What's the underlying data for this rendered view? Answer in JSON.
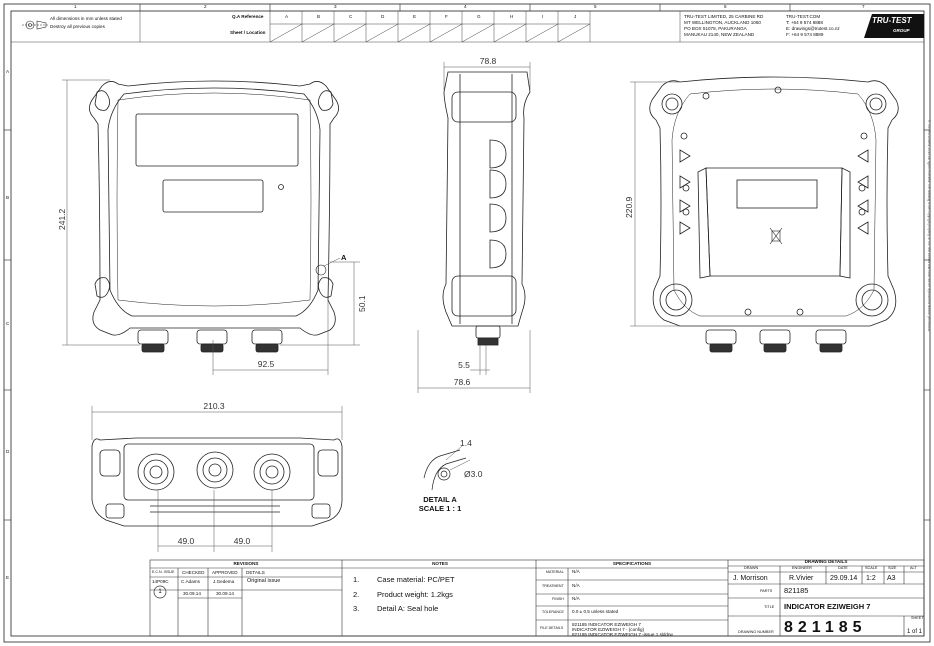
{
  "header": {
    "zone_numbers": [
      "1",
      "2",
      "3",
      "4",
      "5",
      "6",
      "7"
    ],
    "zone_letters": [
      "A",
      "B",
      "C",
      "D",
      "E"
    ],
    "notes": [
      "All dimensions in mm unless stated",
      "Destroy all previous copies"
    ],
    "qa_reference_label": "Q.A Reference",
    "sheet_location_label": "Sheet / Location",
    "location_columns": [
      "A",
      "B",
      "C",
      "D",
      "E",
      "F",
      "G",
      "H",
      "I",
      "J"
    ]
  },
  "company": {
    "address": [
      "TRU-TEST LIMITED, 25 CARBINE RD",
      "MT WELLINGTON, AUCKLAND 1060",
      "PO BOX 51078, PAKURANGA",
      "MANUKAU 2140, NEW ZEALAND"
    ],
    "contact": [
      "TRU-TEST.COM",
      "T: +64 9 574 8888",
      "E: drawings@trutest.co.nz",
      "F: +64 9 574 8889"
    ],
    "logo_text": "TRU-TEST",
    "logo_sub": "GROUP"
  },
  "dimensions": {
    "front_height": "241.2",
    "front_lower": "50.1",
    "front_width": "92.5",
    "side_top": "78.8",
    "side_bottom": "78.6",
    "side_small": "5.5",
    "back_height": "220.9",
    "bottom_width": "210.3",
    "bottom_left": "49.0",
    "bottom_right": "49.0",
    "detail_small": "1.4",
    "detail_hole": "Ø3.0",
    "detail_marker": "A"
  },
  "detail": {
    "title": "DETAIL A",
    "scale": "SCALE 1 : 1"
  },
  "side_copyright": "© Tru-Test Limited, 2014. All rights reserved. The drawing is the copyright property of Tru-Test Limited and must not be reproduced without permission.",
  "revisions": {
    "title": "REVISIONS",
    "headers": [
      "E.C.N. ISSUE",
      "CHECKED",
      "APPROVED",
      "DETAILS"
    ],
    "row": {
      "ecn": "14P09C",
      "issue": "1",
      "checked": "C.Adams",
      "approved": "J.Gedema",
      "details": "Original issue",
      "checked_date": "30.09.14",
      "approved_date": "30.09.14"
    }
  },
  "notes_block": {
    "title": "NOTES",
    "items": [
      {
        "num": "1.",
        "text": "Case material: PC/PET"
      },
      {
        "num": "2.",
        "text": "Product weight: 1.2kgs"
      },
      {
        "num": "3.",
        "text": "Detail A: Seal hole"
      }
    ]
  },
  "specs": {
    "title": "SPECIFICATIONS",
    "rows": [
      {
        "label": "MATERIAL",
        "value": "N/A"
      },
      {
        "label": "TREATMENT",
        "value": "N/A"
      },
      {
        "label": "FINISH",
        "value": "N/A"
      },
      {
        "label": "TOLERANCE",
        "value": "0.0 ± 0.5 unless stated"
      }
    ],
    "file_label": "FILE DETAILS",
    "file_lines": [
      "821185 INDICATOR EZIWEIGH 7",
      "INDICATOR EZIWEIGH 7 - (config)",
      "821185 INDICATOR EZIWEIGH 7 -issue 1.slddrw"
    ]
  },
  "drawing_details": {
    "title": "DRAWING DETAILS",
    "headers": [
      "DRAWN",
      "ENGINEER",
      "DATE",
      "SCALE",
      "SIZE",
      "ALT"
    ],
    "drawn": "J. Morrison",
    "engineer": "R.Vivier",
    "date": "29.09.14",
    "scale": "1:2",
    "size": "A3",
    "alt": "",
    "parts_label": "PARTS",
    "parts": "821185",
    "title_label": "TITLE",
    "title_value": "INDICATOR EZIWEIGH 7",
    "number_label": "DRAWING NUMBER",
    "number": "821185",
    "sheet_label": "SHEET",
    "sheet": "1 of 1"
  }
}
